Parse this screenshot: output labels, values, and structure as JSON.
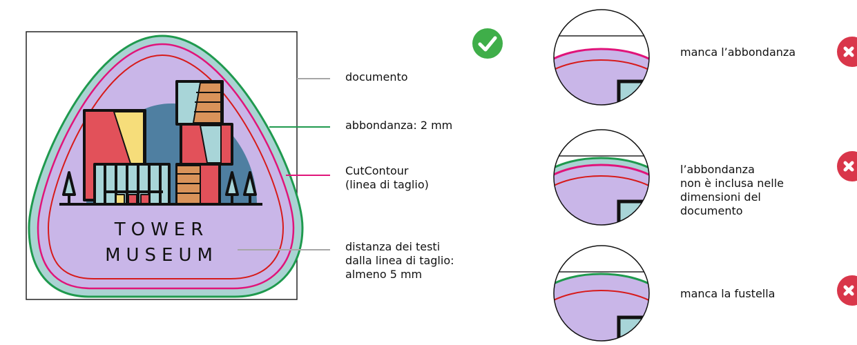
{
  "logo": {
    "line1": "TOWER",
    "line2": "MUSEUM"
  },
  "callouts": {
    "document": "documento",
    "bleed": "abbondanza: 2 mm",
    "cutcontour": "CutContour\n(linea di taglio)",
    "text_distance": "distanza dei testi\ndalla linea di taglio:\nalmeno 5 mm"
  },
  "errors": {
    "missing_bleed": "manca l’abbondanza",
    "bleed_not_included": "l’abbondanza\nnon è inclusa nelle\ndimensioni del\ndocumento",
    "missing_cutline": "manca la fustella"
  },
  "colors": {
    "bleed_green": "#1f9a4e",
    "cut_magenta": "#e0147a",
    "safe_red": "#d71a1a",
    "fill_lavender": "#c9b6e8",
    "check_green": "#3fae49",
    "error_red": "#d9364a",
    "leader_gray": "#a6a6a6"
  },
  "icons": {
    "ok": "checkmark-icon",
    "error": "cross-icon"
  }
}
